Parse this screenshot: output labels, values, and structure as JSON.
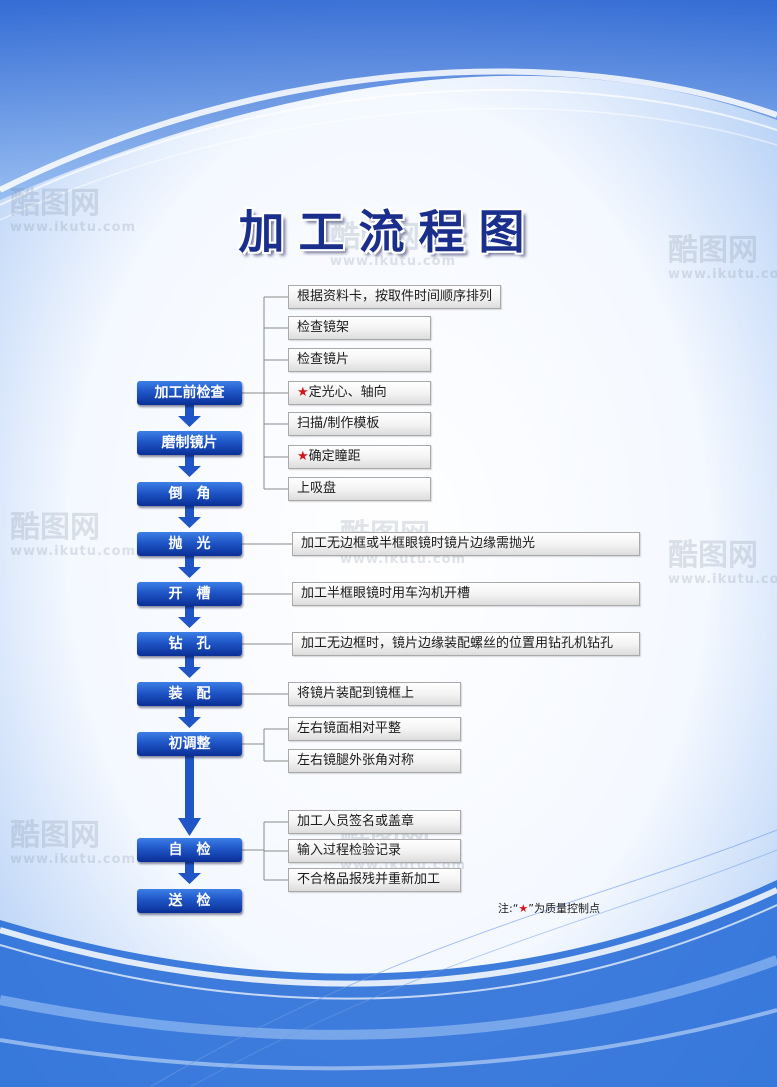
{
  "title": "加工流程图",
  "steps": [
    {
      "label": "加工前检查"
    },
    {
      "label": "磨制镜片"
    },
    {
      "label": "倒　角"
    },
    {
      "label": "抛　光"
    },
    {
      "label": "开　槽"
    },
    {
      "label": "钻　孔"
    },
    {
      "label": "装　配"
    },
    {
      "label": "初调整"
    },
    {
      "label": "自　检"
    },
    {
      "label": "送　检"
    }
  ],
  "details": {
    "prep": [
      "根据资料卡，按取件时间顺序排列",
      "检查镜架",
      "检查镜片",
      "定光心、轴向",
      "扫描/制作模板",
      "确定瞳距",
      "上吸盘"
    ],
    "polish": "加工无边框或半框眼镜时镜片边缘需抛光",
    "groove": "加工半框眼镜时用车沟机开槽",
    "drill": "加工无边框时，镜片边缘装配螺丝的位置用钻孔机钻孔",
    "assemble": "将镜片装配到镜框上",
    "adjust": [
      "左右镜面相对平整",
      "左右镜腿外张角对称"
    ],
    "selfcheck": [
      "加工人员签名或盖章",
      "输入过程检验记录",
      "不合格品报残并重新加工"
    ]
  },
  "star_symbol": "★",
  "note": {
    "prefix": "注:“",
    "star": "★",
    "suffix": "”为质量控制点"
  },
  "watermark": {
    "brand": "酷图网",
    "url": "www.ikutu.com"
  },
  "colors": {
    "step_blue": "#1f55c6",
    "title": "#1a2f8c",
    "star": "#d8141a",
    "bg_blue": "#2a6fd8"
  }
}
